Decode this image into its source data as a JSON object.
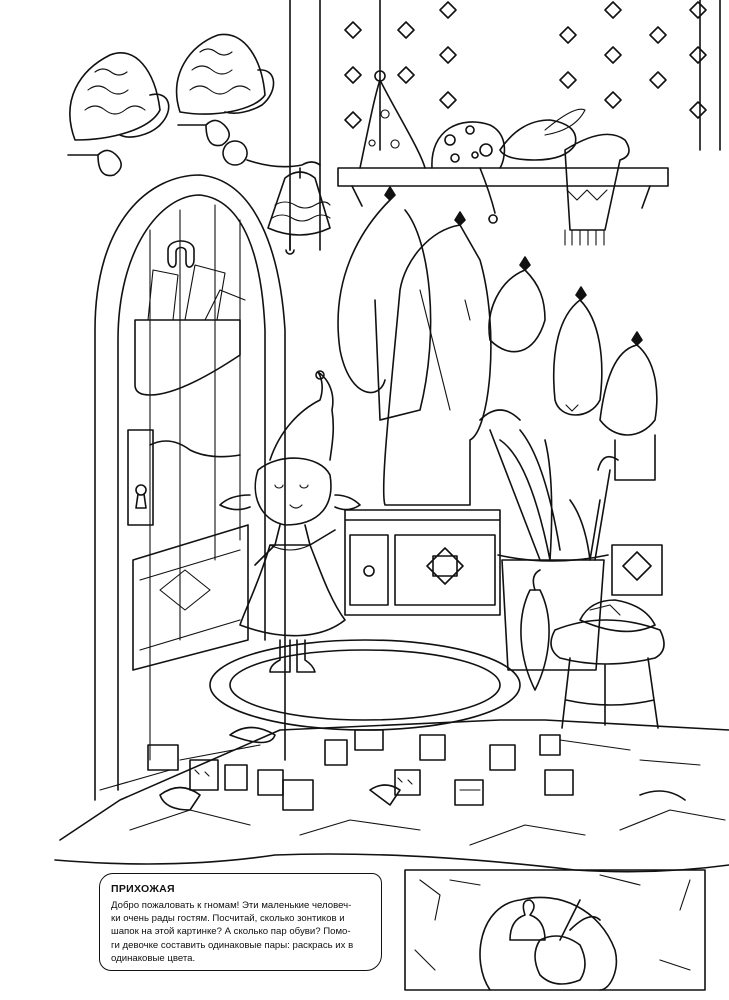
{
  "caption": {
    "title": "ПРИХОЖАЯ",
    "lines": [
      "Добро пожаловать к гномам! Эти маленькие человеч-",
      "ки очень рады гостям. Посчитай, сколько зонтиков и",
      "шапок на этой картинке? А сколько пар обуви? Помо-",
      "ги девочке составить одинаковые пары: раскрась их в",
      "одинаковые цвета."
    ]
  },
  "icons": [
    "horseshoe-icon",
    "keyhole-icon",
    "mushroom-hat-icon",
    "umbrella-icon"
  ]
}
